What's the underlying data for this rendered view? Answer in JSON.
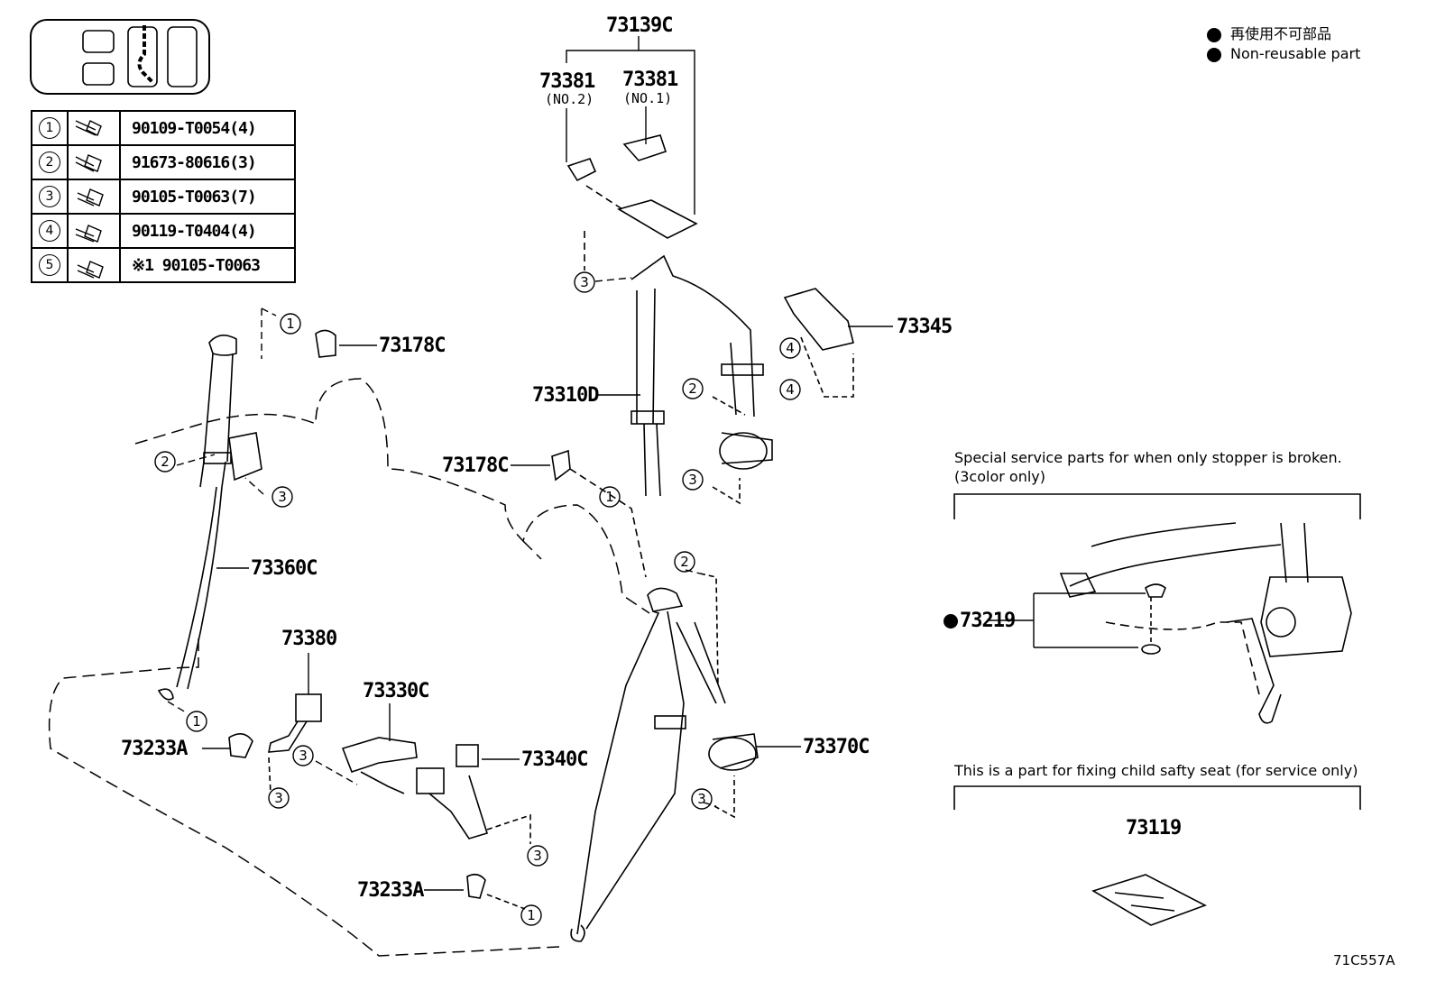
{
  "legend": {
    "items": [
      "再使用不可部品",
      "Non-reusable part"
    ]
  },
  "fastener_table": [
    {
      "num": "1",
      "part": "90109-T0054(4)"
    },
    {
      "num": "2",
      "part": "91673-80616(3)"
    },
    {
      "num": "3",
      "part": "90105-T0063(7)"
    },
    {
      "num": "4",
      "part": "90119-T0404(4)"
    },
    {
      "num": "5",
      "part": "※1 90105-T0063"
    }
  ],
  "part_labels": {
    "p73139c": "73139C",
    "p73381_a": "73381",
    "p73381_a_sub": "(NO.2)",
    "p73381_b": "73381",
    "p73381_b_sub": "(NO.1)",
    "p73345": "73345",
    "p73310d": "73310D",
    "p73178c_left": "73178C",
    "p73178c_mid": "73178C",
    "p73360c": "73360C",
    "p73380": "73380",
    "p73330c": "73330C",
    "p73340c": "73340C",
    "p73233a_left": "73233A",
    "p73233a_bottom": "73233A",
    "p73370c": "73370C",
    "p73219": "73219",
    "p73119": "73119"
  },
  "notes": {
    "special_service_line1": "Special service parts for when only stopper is broken.",
    "special_service_line2": "(3color only)",
    "child_seat": "This is a part for fixing child safty seat (for service only)"
  },
  "callouts": {
    "c1": "1",
    "c2": "2",
    "c3": "3",
    "c4": "4"
  },
  "figure_code": "71C557A"
}
